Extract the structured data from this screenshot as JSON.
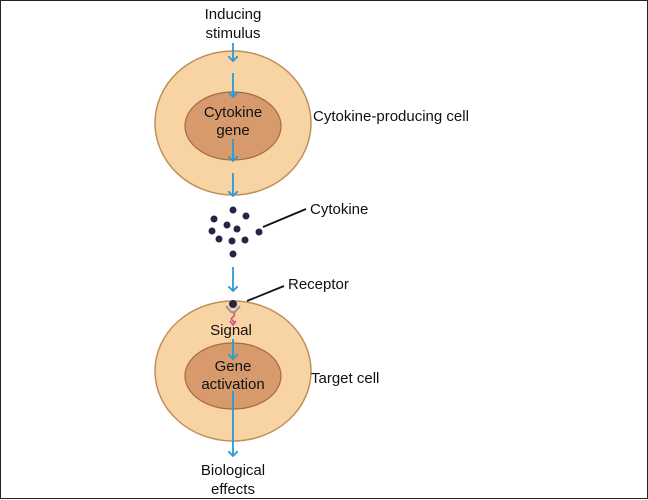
{
  "labels": {
    "inducing_stimulus_line1": "Inducing",
    "inducing_stimulus_line2": "stimulus",
    "cytokine_gene_line1": "Cytokine",
    "cytokine_gene_line2": "gene",
    "cytokine_producing_cell": "Cytokine-producing cell",
    "cytokine": "Cytokine",
    "receptor": "Receptor",
    "signal": "Signal",
    "gene_activation_line1": "Gene",
    "gene_activation_line2": "activation",
    "target_cell": "Target cell",
    "biological_effects_line1": "Biological",
    "biological_effects_line2": "effects"
  },
  "colors": {
    "cell_outer": "#f8d3a3",
    "cell_outer_stroke": "#bf8f5a",
    "nucleus": "#d69a6d",
    "nucleus_stroke": "#a56a44",
    "arrow": "#2a9ad6",
    "molecule": "#2a2347",
    "signal_arrow": "#e0457b"
  }
}
